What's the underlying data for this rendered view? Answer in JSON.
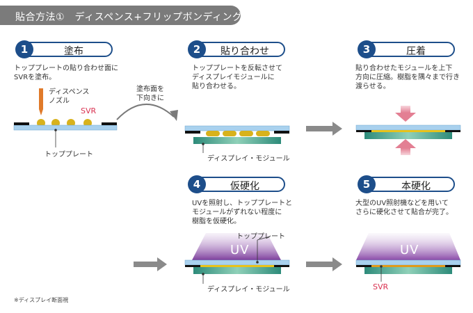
{
  "title": "貼合方法①　ディスペンス+フリップボンディング",
  "steps": [
    {
      "num": "1",
      "label": "塗布",
      "desc": [
        "トッププレートの貼り合わせ面に",
        "SVRを塗布。"
      ]
    },
    {
      "num": "2",
      "label": "貼り合わせ",
      "desc": [
        "トッププレートを反転させて",
        "ディスプレイモジュールに",
        "貼り合わせる。"
      ]
    },
    {
      "num": "3",
      "label": "圧着",
      "desc": [
        "貼り合わせたモジュールを上下",
        "方向に圧縮。樹脂を隅々まで行き",
        "渡らせる。"
      ]
    },
    {
      "num": "4",
      "label": "仮硬化",
      "desc": [
        "UVを照射し、トッププレートと",
        "モジュールがずれない程度に",
        "樹脂を仮硬化。"
      ]
    },
    {
      "num": "5",
      "label": "本硬化",
      "desc": [
        "大型のUV照射機などを用いて",
        "さらに硬化させて貼合が完了。"
      ]
    }
  ],
  "labels": {
    "dispense_nozzle": [
      "ディスペンス",
      "ノズル"
    ],
    "svr": "SVR",
    "top_plate": "トッププレート",
    "display_module": "ディスプレイ・モジュール",
    "flip_note": [
      "塗布面を",
      "下向きに"
    ],
    "uv": "UV",
    "footnote": "※ディスプレイ断面視"
  },
  "colors": {
    "accent": "#1d4e8a",
    "glass": "#a9d1ee",
    "resin": "#e8c21a",
    "module": "#3fa18f",
    "uv": "#8e4fa8",
    "svr_text": "#d9304f",
    "arrow": "#8a8a8a",
    "press_arrow": "#e79aa8"
  }
}
